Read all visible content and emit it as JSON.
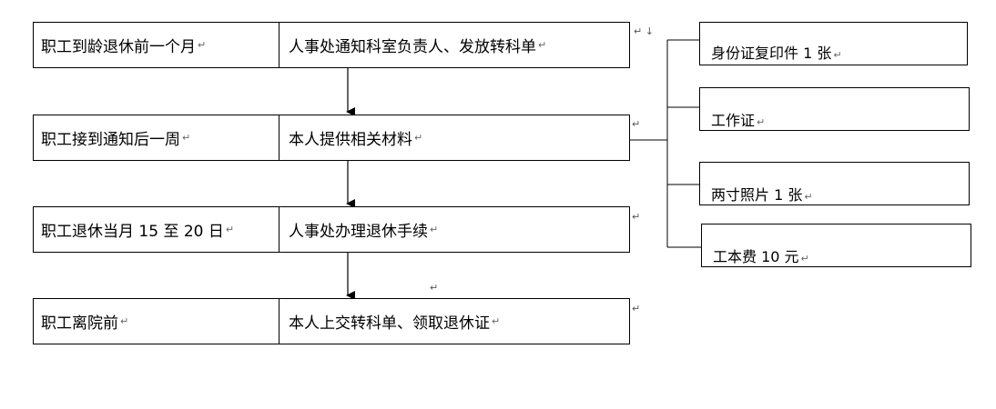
{
  "steps": [
    {
      "when": "职工到龄退休前一个月",
      "action": "人事处通知科室负责人、发放转科单"
    },
    {
      "when": "职工接到通知后一周",
      "action": "本人提供相关材料"
    },
    {
      "when": "职工退休当月 15 至 20 日",
      "action": "人事处办理退休手续"
    },
    {
      "when": "职工离院前",
      "action": "本人上交转科单、领取退休证"
    }
  ],
  "materials": [
    "身份证复印件 1 张",
    "工作证",
    "两寸照片 1 张",
    "工本费 10 元"
  ],
  "marks": {
    "para": "↵",
    "para_down": "↵ ↓"
  }
}
